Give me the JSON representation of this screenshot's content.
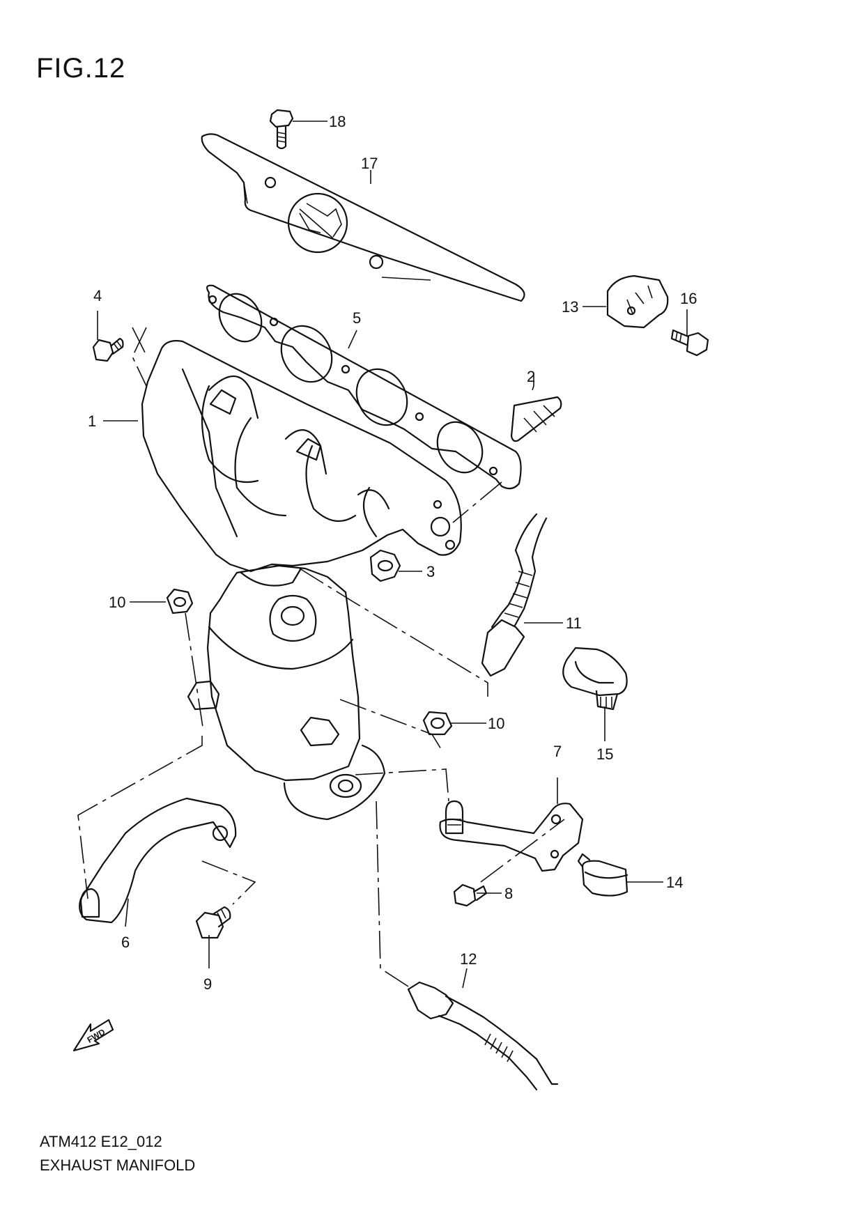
{
  "figure": {
    "title": "FIG.12",
    "code": "ATM412 E12_012",
    "name": "EXHAUST MANIFOLD"
  },
  "fwd_label": "FWD",
  "callouts": [
    {
      "id": "1",
      "label": "1"
    },
    {
      "id": "2",
      "label": "2"
    },
    {
      "id": "3",
      "label": "3"
    },
    {
      "id": "4",
      "label": "4"
    },
    {
      "id": "5",
      "label": "5"
    },
    {
      "id": "6",
      "label": "6"
    },
    {
      "id": "7",
      "label": "7"
    },
    {
      "id": "8",
      "label": "8"
    },
    {
      "id": "9",
      "label": "9"
    },
    {
      "id": "10a",
      "label": "10"
    },
    {
      "id": "10b",
      "label": "10"
    },
    {
      "id": "11",
      "label": "11"
    },
    {
      "id": "12",
      "label": "12"
    },
    {
      "id": "13",
      "label": "13"
    },
    {
      "id": "14",
      "label": "14"
    },
    {
      "id": "15",
      "label": "15"
    },
    {
      "id": "16",
      "label": "16"
    },
    {
      "id": "17",
      "label": "17"
    },
    {
      "id": "18",
      "label": "18"
    }
  ]
}
